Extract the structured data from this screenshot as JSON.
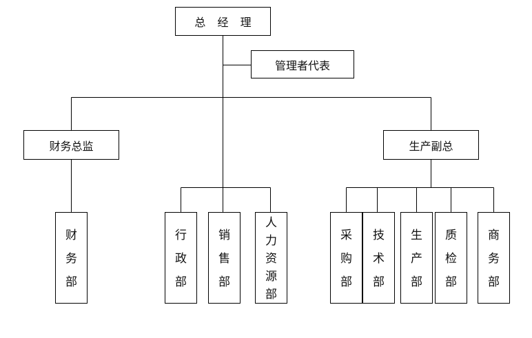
{
  "top": {
    "label": "总 经 理"
  },
  "rep": {
    "label": "管理者代表"
  },
  "finance_director": {
    "label": "财务总监"
  },
  "production_vp": {
    "label": "生产副总"
  },
  "departments": {
    "finance": [
      "财",
      "务",
      "部"
    ],
    "admin": [
      "行",
      "政",
      "部"
    ],
    "sales": [
      "销",
      "售",
      "部"
    ],
    "hr": [
      "人",
      "力",
      "资",
      "源",
      "部"
    ],
    "purchasing": [
      "采",
      "购",
      "部",
      "、"
    ],
    "tech": [
      "技",
      "术",
      "部"
    ],
    "production": [
      "生",
      "产",
      "部"
    ],
    "quality": [
      "质",
      "检",
      "部"
    ],
    "business": [
      "商",
      "务",
      "部"
    ]
  }
}
